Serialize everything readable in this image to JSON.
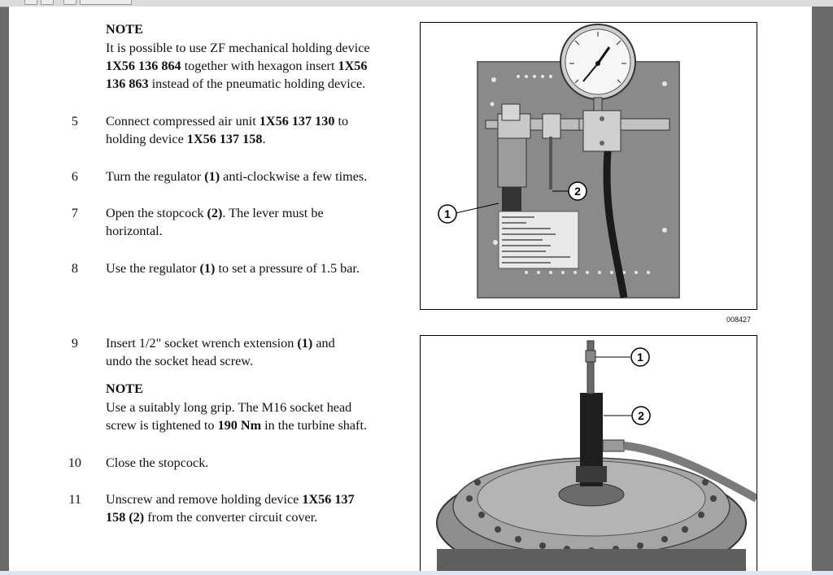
{
  "note1": {
    "heading": "NOTE",
    "line1": "It is possible to use ZF mechanical holding device",
    "line2_b": "1X56 136 864",
    "line2_t": " together with hexagon insert ",
    "line2_b2": "1X56",
    "line3_b": "136 863",
    "line3_t": " instead of the pneumatic holding device."
  },
  "step5": {
    "num": "5",
    "l1_t": "Connect compressed air unit ",
    "l1_b": "1X56 137 130",
    "l1_t2": " to",
    "l2_t": "holding device ",
    "l2_b": "1X56 137 158",
    "l2_t2": "."
  },
  "step6": {
    "num": "6",
    "t1": "Turn the regulator ",
    "b1": "(1)",
    "t2": " anti-clockwise a few times."
  },
  "step7": {
    "num": "7",
    "t1": "Open the stopcock ",
    "b1": "(2)",
    "t2": ". The lever must be",
    "l2": "horizontal."
  },
  "step8": {
    "num": "8",
    "t1": "Use the regulator ",
    "b1": "(1)",
    "t2": " to set a pressure of 1.5 bar."
  },
  "step9": {
    "num": "9",
    "t1": "Insert 1/2\" socket wrench extension ",
    "b1": "(1)",
    "t2": " and",
    "l2": "undo the socket head screw."
  },
  "note2": {
    "heading": "NOTE",
    "line1": "Use a suitably long grip. The M16 socket head",
    "line2_t": "screw is tightened to ",
    "line2_b": "190 Nm",
    "line2_t2": " in the turbine shaft."
  },
  "step10": {
    "num": "10",
    "t1": "Close the stopcock."
  },
  "step11": {
    "num": "11",
    "t1": "Unscrew and remove holding device ",
    "b1": "1X56 137",
    "l2_b": "158 (2)",
    "l2_t": " from the converter circuit cover."
  },
  "figure1": {
    "code": "008427",
    "callout1": "1",
    "callout2": "2"
  },
  "figure2": {
    "callout1": "1",
    "callout2": "2"
  }
}
